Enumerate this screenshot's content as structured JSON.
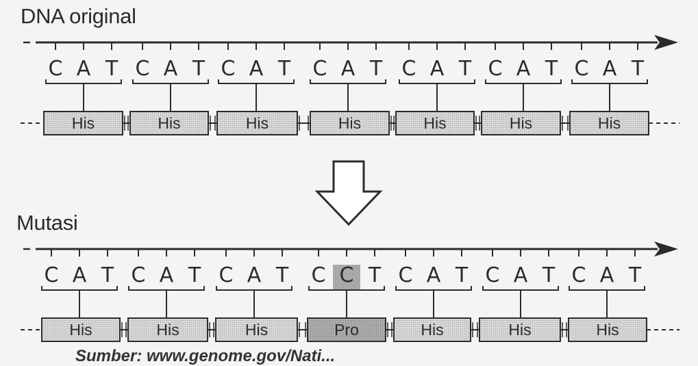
{
  "sections": [
    {
      "id": "original",
      "title": "DNA original",
      "codons": [
        "CAT",
        "CAT",
        "CAT",
        "CAT",
        "CAT",
        "CAT",
        "CAT"
      ],
      "amino_acids": [
        "His",
        "His",
        "His",
        "His",
        "His",
        "His",
        "His"
      ]
    },
    {
      "id": "mutasi",
      "title": "Mutasi",
      "codons": [
        "CAT",
        "CAT",
        "CAT",
        "CCT",
        "CAT",
        "CAT",
        "CAT"
      ],
      "amino_acids": [
        "His",
        "His",
        "His",
        "Pro",
        "His",
        "His",
        "His"
      ],
      "highlight": {
        "codon_index": 3,
        "base_index": 1,
        "amino_acid_index": 3
      }
    }
  ],
  "caption": "Sumber: www.genome.gov/Nati...",
  "colors": {
    "box_fill": "#cfcfcf",
    "box_fill_highlight": "#9f9f9f",
    "highlight_base_bg": "#a8a8a8",
    "line": "#2b2b2b",
    "background": "#f4f4f2"
  },
  "icons": {
    "transition": "down-arrow-icon",
    "strand": "right-arrow-icon"
  }
}
